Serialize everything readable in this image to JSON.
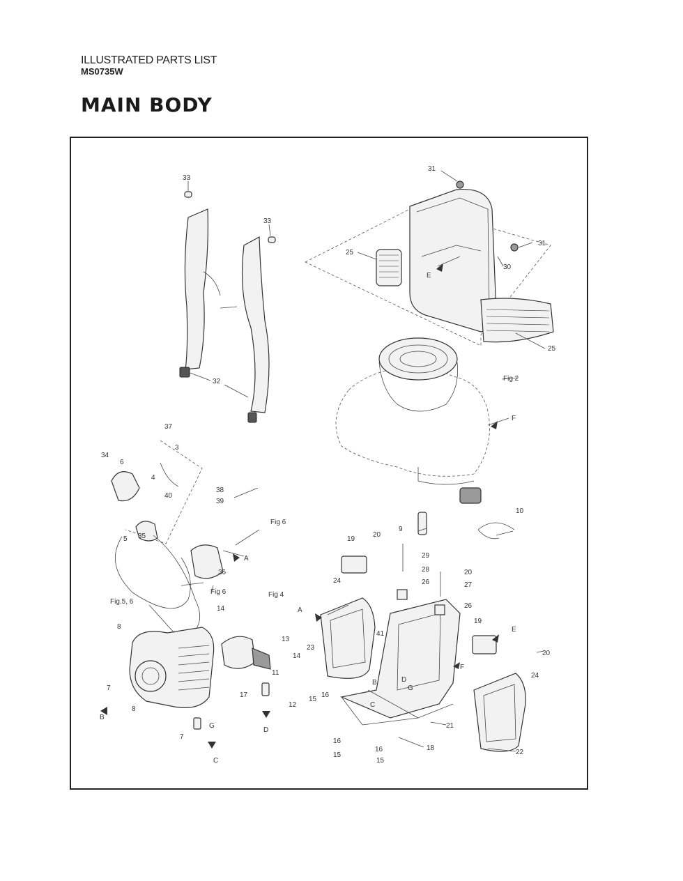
{
  "header": {
    "doc_type": "ILLUSTRATED PARTS LIST",
    "model": "MS0735W",
    "section_title": "MAIN BODY"
  },
  "callouts": {
    "c31a": "31",
    "c31b": "31",
    "c30": "30",
    "c25a": "25",
    "c25b": "25",
    "cEa": "E",
    "c33a": "33",
    "c33b": "33",
    "c32": "32",
    "cFig2": "Fig 2",
    "cF": "F",
    "c37": "37",
    "c3": "3",
    "c34": "34",
    "c6a": "6",
    "c4": "4",
    "c40": "40",
    "c38": "38",
    "c39": "39",
    "c5": "5",
    "c35": "35",
    "cFig6a": "Fig 6",
    "cA1": "A",
    "c36": "36",
    "cFig6b": "Fig 6",
    "c9": "9",
    "c10a": "10",
    "c19a": "19",
    "c20a": "20",
    "c29": "29",
    "c28": "28",
    "c26a": "26",
    "c20b": "20",
    "c27": "27",
    "c26b": "26",
    "c24a": "24",
    "cA2": "A",
    "c23": "23",
    "c41": "41",
    "c19b": "19",
    "cEb": "E",
    "c20c": "20",
    "cFig56": "Fig.5, 6",
    "c14a": "14",
    "cFig4": "Fig 4",
    "c8a": "8",
    "c13": "13",
    "c14b": "14",
    "c11": "11",
    "c7a": "7",
    "cB1": "B",
    "c8b": "8",
    "c17": "17",
    "c12": "12",
    "cD1": "D",
    "c7b": "7",
    "cG1": "G",
    "cC1": "C",
    "cF2": "F",
    "c24b": "24",
    "cB2": "B",
    "cD2": "D",
    "cG2": "G",
    "cC2": "C",
    "c15a": "15",
    "c16a": "16",
    "c21": "21",
    "c16b": "16",
    "c16c": "16",
    "c18": "18",
    "c15b": "15",
    "c15c": "15",
    "c22": "22"
  }
}
